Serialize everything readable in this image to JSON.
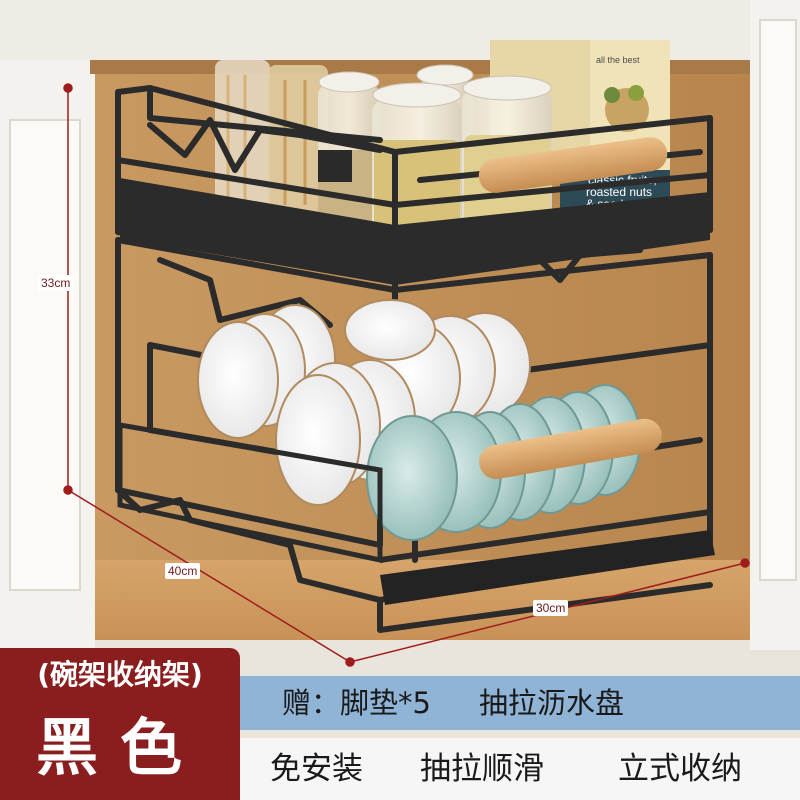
{
  "dimensions": {
    "height": "33cm",
    "depth": "40cm",
    "width": "30cm"
  },
  "packaging_text": {
    "brand_line": "all the best",
    "product_lines": [
      "classic fruits,",
      "roasted nuts",
      "& seeds"
    ]
  },
  "tag": {
    "title": "(碗架收纳架)",
    "color_name": "黑色"
  },
  "gift": {
    "prefix": "赠：",
    "item1": "脚垫*5",
    "item2": "抽拉沥水盘"
  },
  "features": [
    "免安装",
    "抽拉顺滑",
    "立式收纳"
  ],
  "colors": {
    "tag_bg": "#8a1e1e",
    "gift_bar": "#8fb4d6",
    "feature_bar": "#f6f6f6",
    "rack_metal": "#2b2b2b",
    "dimension_line": "#a01c1c",
    "wood_handle": "#d9a76a",
    "cabinet_wood": "#d2a56f"
  }
}
